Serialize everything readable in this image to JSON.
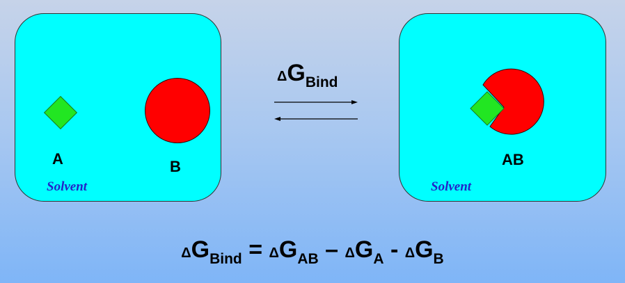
{
  "left_panel": {
    "label_a": "A",
    "label_b": "B",
    "solvent": "Solvent"
  },
  "right_panel": {
    "label_ab": "AB",
    "solvent": "Solvent"
  },
  "arrow_label": {
    "delta": "Δ",
    "symbol": "G",
    "subscript": "Bind"
  },
  "equation": {
    "t1_delta": "Δ",
    "t1_symbol": "G",
    "t1_sub": "Bind",
    "eq": " = ",
    "t2_delta": "Δ",
    "t2_symbol": "G",
    "t2_sub": "AB",
    "op1": " – ",
    "t3_delta": "Δ",
    "t3_symbol": "G",
    "t3_sub": "A",
    "op2": " - ",
    "t4_delta": "Δ",
    "t4_symbol": "G",
    "t4_sub": "B"
  },
  "colors": {
    "panel": "#00ffff",
    "ligand": "#22e622",
    "receptor": "#ff0000",
    "solvent_text": "#2323c8"
  }
}
